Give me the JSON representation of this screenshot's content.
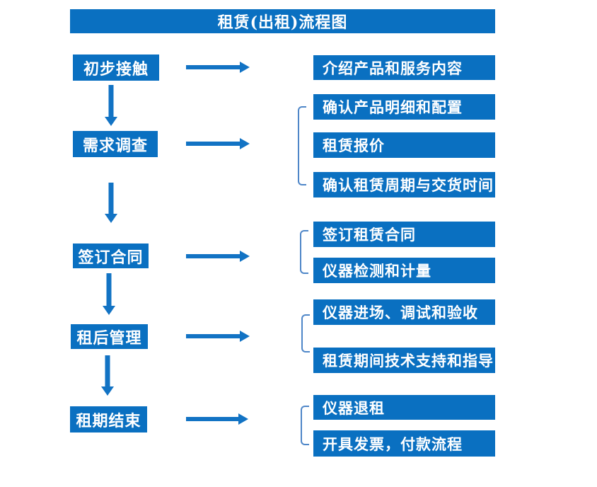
{
  "title": "租赁(出租)流程图",
  "colors": {
    "box_fill": "#0a70c1",
    "arrow": "#1273c4",
    "bracket": "#4e86c8",
    "box_text": "#ffffff",
    "background": "#ffffff"
  },
  "stages": [
    {
      "label": "初步接触"
    },
    {
      "label": "需求调查"
    },
    {
      "label": "签订合同"
    },
    {
      "label": "租后管理"
    },
    {
      "label": "租期结束"
    }
  ],
  "details": [
    {
      "label": "介绍产品和服务内容"
    },
    {
      "label": "确认产品明细和配置"
    },
    {
      "label": "租赁报价"
    },
    {
      "label": "确认租赁周期与交货时间"
    },
    {
      "label": "签订租赁合同"
    },
    {
      "label": "仪器检测和计量"
    },
    {
      "label": "仪器进场、调试和验收"
    },
    {
      "label": "租赁期间技术支持和指导"
    },
    {
      "label": "仪器退租"
    },
    {
      "label": "开具发票，付款流程"
    }
  ]
}
